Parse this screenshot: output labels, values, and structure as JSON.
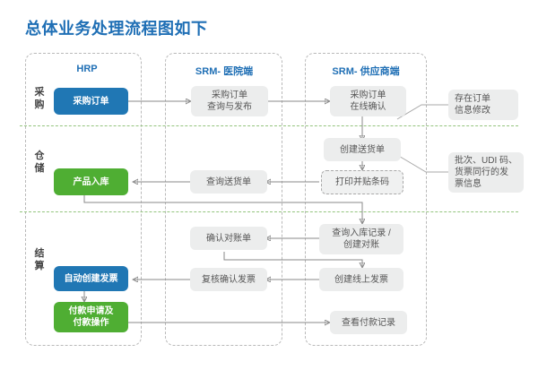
{
  "title": "总体业务处理流程图如下",
  "colors": {
    "title_blue": "#1f6fb5",
    "node_blue": "#2077b4",
    "node_green": "#4fae33",
    "node_grey": "#eceded",
    "lane_border": "#b9b9b9",
    "row_divider_green": "#93c47d",
    "connector_grey": "#8a8a8a"
  },
  "lanes": [
    {
      "id": "hrp",
      "label": "HRP"
    },
    {
      "id": "srm-hospital",
      "label": "SRM- 医院端"
    },
    {
      "id": "srm-supplier",
      "label": "SRM- 供应商端"
    }
  ],
  "rows": [
    {
      "id": "purchase",
      "label": "采购"
    },
    {
      "id": "warehouse",
      "label": "仓储"
    },
    {
      "id": "settlement",
      "label": "结算"
    }
  ],
  "nodes": {
    "purchase_order": "采购订单",
    "purchase_order_query_publish": "采购订单\n查询与发布",
    "purchase_order_online_confirm": "采购订单\n在线确认",
    "product_inbound": "产品入库",
    "query_delivery_note": "查询送货单",
    "create_delivery_note": "创建送货单",
    "print_and_stick_barcode": "打印并贴条码",
    "auto_create_invoice": "自动创建发票",
    "confirm_statement": "确认对账单",
    "query_inbound_record_create_reconciliation": "查询入库记录 /\n创建对账",
    "review_confirm_invoice": "复核确认发票",
    "create_online_invoice": "创建线上发票",
    "payment_request_and_operation": "付款申请及\n付款操作",
    "view_payment_record": "查看付款记录"
  },
  "notes": {
    "order_info_modification": "存在订单\n信息修改",
    "batch_udi_invoice_info": "批次、UDI 码、\n货票同行的发\n票信息"
  }
}
